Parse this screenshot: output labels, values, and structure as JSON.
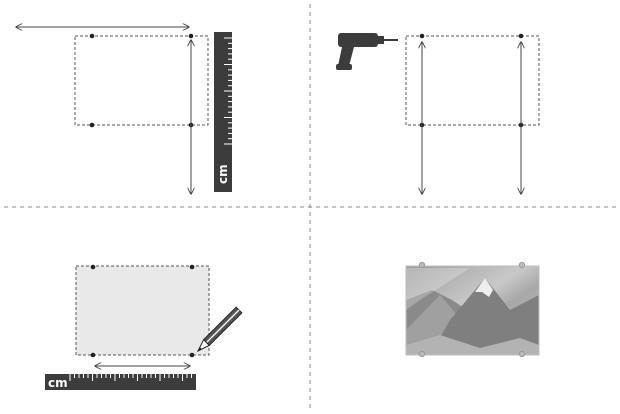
{
  "panels": [
    {
      "step": "measure",
      "ruler_unit": "cm",
      "tools": [
        "ruler-icon",
        "measure-arrows"
      ]
    },
    {
      "step": "drill",
      "tools": [
        "drill-icon",
        "drill-guide-arrows"
      ]
    },
    {
      "step": "mark",
      "ruler_unit": "cm",
      "tools": [
        "pencil-icon",
        "ruler-icon"
      ]
    },
    {
      "step": "hang",
      "tools": [
        "framed-mountain-picture"
      ]
    }
  ],
  "colors": {
    "ruler": "#3c3c3c",
    "frame_outline": "#555555",
    "dash": "#888888",
    "panel_fill": "#e9e9e9"
  }
}
